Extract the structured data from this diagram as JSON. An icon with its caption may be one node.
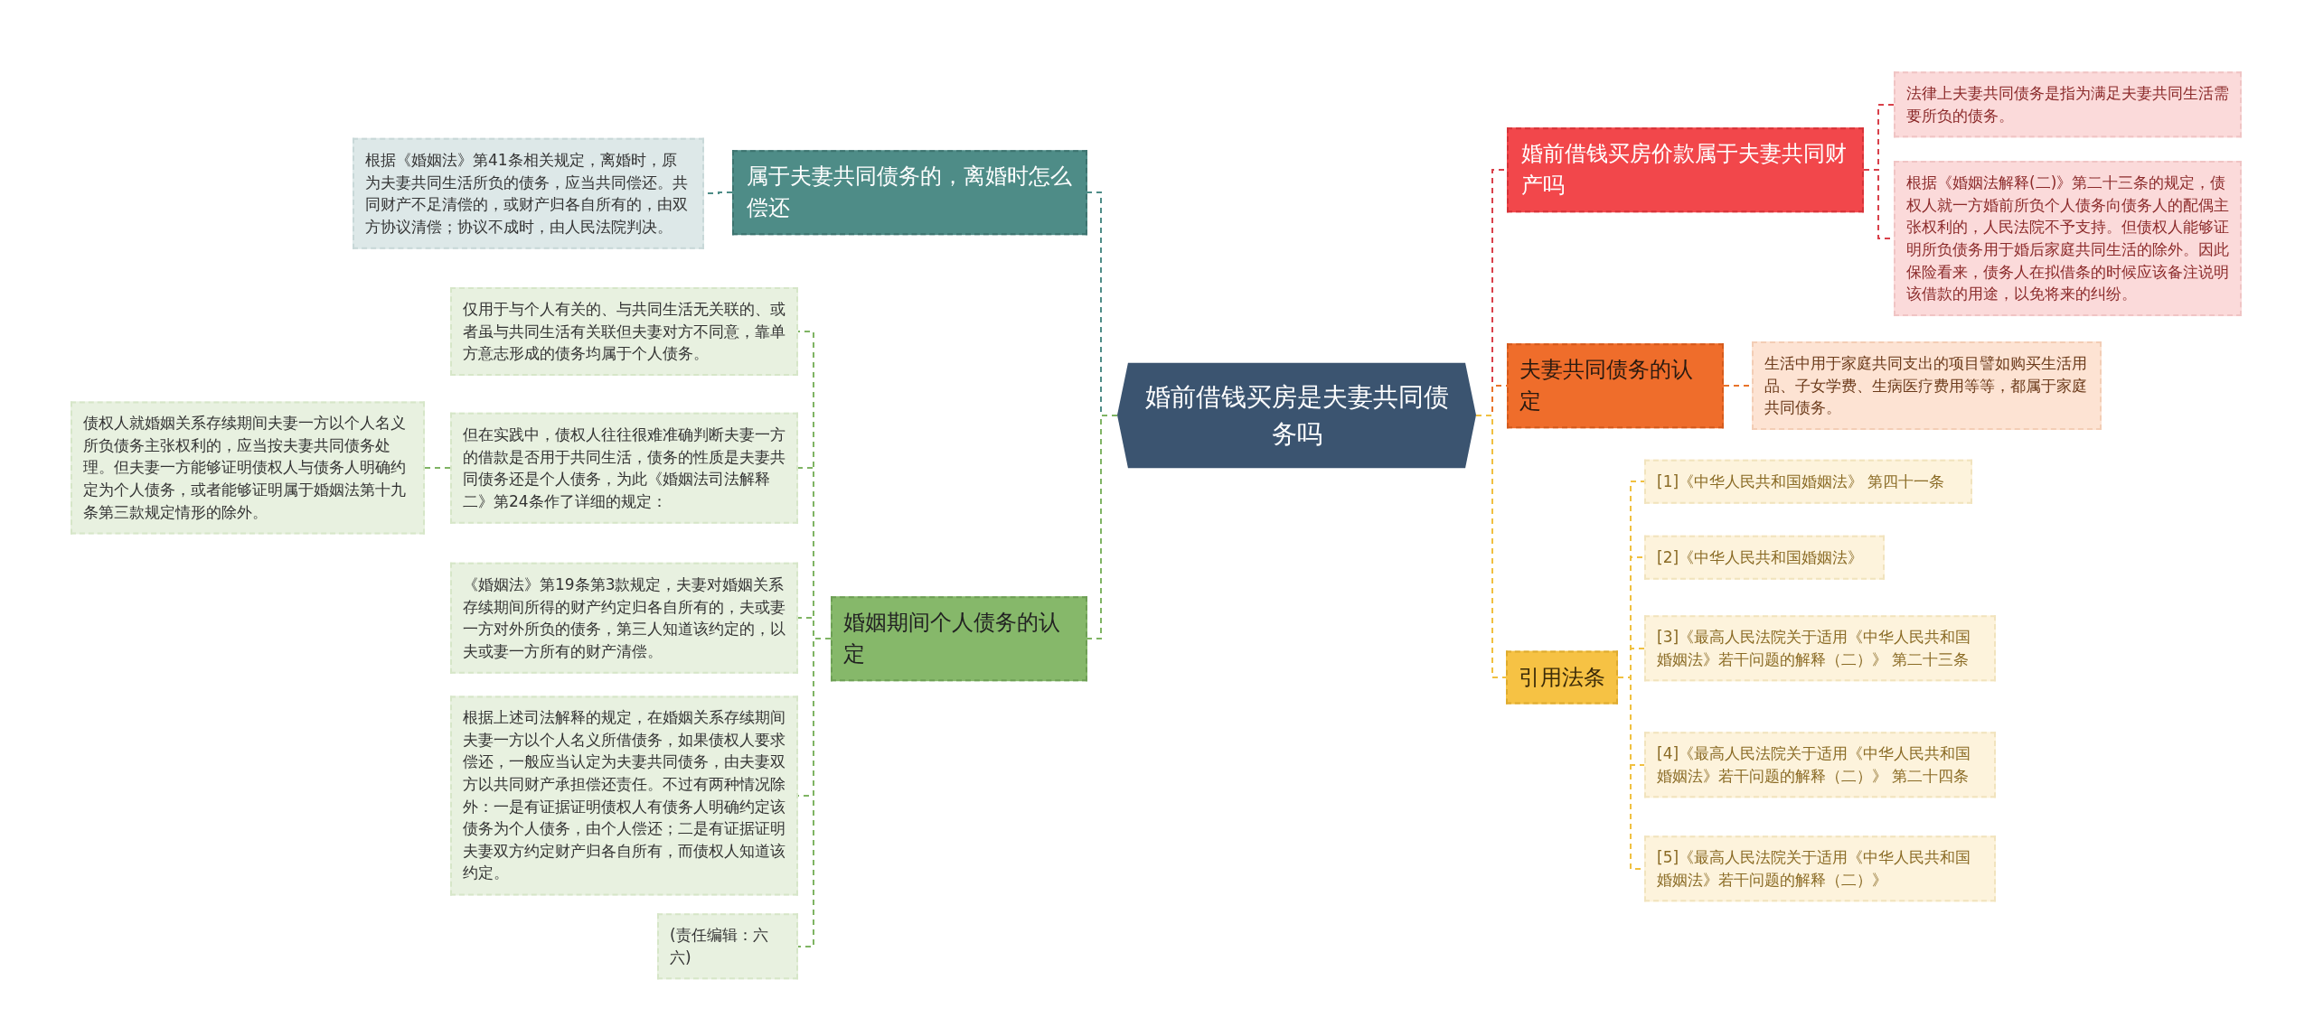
{
  "diagram": {
    "nodes": [
      {
        "text": [
          "婚前借钱买房是夫妻共同债务吗"
        ]
      },
      {
        "text": [
          "属于夫妻共同债务的，离婚时怎么偿还"
        ]
      },
      {
        "text": [
          "根据《婚姻法》第41条相关规定，离婚时，原为夫妻共同生活所负的债务，应当共同偿还。共同财产不足清偿的，或财产归各自所有的，由双方协议清偿；协议不成时，由人民法院判决。"
        ]
      },
      {
        "text": [
          "婚姻期间个人债务的认定"
        ]
      },
      {
        "text": [
          "仅用于与个人有关的、与共同生活无关联的、或者虽与共同生活有关联但夫妻对方不同意，靠单方意志形成的债务均属于个人债务。"
        ]
      },
      {
        "text": [
          "但在实践中，债权人往往很难准确判断夫妻一方的借款是否用于共同生活，债务的性质是夫妻共同债务还是个人债务，为此《婚姻法司法解释二》第24条作了详细的规定："
        ]
      },
      {
        "text": [
          "债权人就婚姻关系存续期间夫妻一方以个人名义所负债务主张权利的，应当按夫妻共同债务处理。但夫妻一方能够证明债权人与债务人明确约定为个人债务，或者能够证明属于婚姻法第十九条第三款规定情形的除外。"
        ]
      },
      {
        "text": [
          "《婚姻法》第19条第3款规定，夫妻对婚姻关系存续期间所得的财产约定归各自所有的，夫或妻一方对外所负的债务，第三人知道该约定的，以夫或妻一方所有的财产清偿。"
        ]
      },
      {
        "text": [
          "根据上述司法解释的规定，在婚姻关系存续期间夫妻一方以个人名义所借债务，如果债权人要求偿还，一般应当认定为夫妻共同债务，由夫妻双方以共同财产承担偿还责任。不过有两种情况除外：一是有证据证明债权人有债务人明确约定该债务为个人债务，由个人偿还；二是有证据证明夫妻双方约定财产归各自所有，而债权人知道该约定。"
        ]
      },
      {
        "text": [
          "(责任编辑：六六)"
        ]
      },
      {
        "text": [
          "婚前借钱买房价款属于夫妻共同财产吗"
        ]
      },
      {
        "text": [
          "法律上夫妻共同债务是指为满足夫妻共同生活需要所负的债务。"
        ]
      },
      {
        "text": [
          "根据《婚姻法解释(二)》第二十三条的规定，债权人就一方婚前所负个人债务向债务人的配偶主张权利的，人民法院不予支持。但债权人能够证明所负债务用于婚后家庭共同生活的除外。因此保险看来，债务人在拟借条的时候应该备注说明该借款的用途，以免将来的纠纷。"
        ]
      },
      {
        "text": [
          "夫妻共同债务的认定"
        ]
      },
      {
        "text": [
          "生活中用于家庭共同支出的项目譬如购买生活用品、子女学费、生病医疗费用等等，都属于家庭共同债务。"
        ]
      },
      {
        "text": [
          "引用法条"
        ]
      },
      {
        "text": [
          "[1]《中华人民共和国婚姻法》 第四十一条"
        ]
      },
      {
        "text": [
          "[2]《中华人民共和国婚姻法》"
        ]
      },
      {
        "text": [
          "[3]《最高人民法院关于适用《中华人民共和国婚姻法》若干问题的解释（二）》 第二十三条"
        ]
      },
      {
        "text": [
          "[4]《最高人民法院关于适用《中华人民共和国婚姻法》若干问题的解释（二）》 第二十四条"
        ]
      },
      {
        "text": [
          "[5]《最高人民法院关于适用《中华人民共和国婚姻法》若干问题的解释（二）》"
        ]
      }
    ],
    "edges": [
      {
        "from": 0,
        "to": 1,
        "arrow": "none",
        "style": "dashed",
        "color": "#4e8c87"
      },
      {
        "from": 1,
        "to": 2,
        "arrow": "none",
        "style": "dashed",
        "color": "#4e8c87"
      },
      {
        "from": 0,
        "to": 3,
        "arrow": "none",
        "style": "dashed",
        "color": "#7fb463"
      },
      {
        "from": 3,
        "to": 4,
        "arrow": "none",
        "style": "dashed",
        "color": "#7fb463"
      },
      {
        "from": 3,
        "to": 5,
        "arrow": "none",
        "style": "dashed",
        "color": "#7fb463"
      },
      {
        "from": 5,
        "to": 6,
        "arrow": "none",
        "style": "dashed",
        "color": "#7fb463"
      },
      {
        "from": 3,
        "to": 7,
        "arrow": "none",
        "style": "dashed",
        "color": "#7fb463"
      },
      {
        "from": 3,
        "to": 8,
        "arrow": "none",
        "style": "dashed",
        "color": "#7fb463"
      },
      {
        "from": 3,
        "to": 9,
        "arrow": "none",
        "style": "dashed",
        "color": "#7fb463"
      },
      {
        "from": 0,
        "to": 10,
        "arrow": "none",
        "style": "dashed",
        "color": "#d9404a"
      },
      {
        "from": 10,
        "to": 11,
        "arrow": "none",
        "style": "dashed",
        "color": "#d9404a"
      },
      {
        "from": 10,
        "to": 12,
        "arrow": "none",
        "style": "dashed",
        "color": "#d9404a"
      },
      {
        "from": 0,
        "to": 13,
        "arrow": "none",
        "style": "dashed",
        "color": "#e8732a"
      },
      {
        "from": 13,
        "to": 14,
        "arrow": "none",
        "style": "dashed",
        "color": "#e8732a"
      },
      {
        "from": 0,
        "to": 15,
        "arrow": "none",
        "style": "dashed",
        "color": "#f0c040"
      },
      {
        "from": 15,
        "to": 16,
        "arrow": "none",
        "style": "dashed",
        "color": "#f0c040"
      },
      {
        "from": 15,
        "to": 17,
        "arrow": "none",
        "style": "dashed",
        "color": "#f0c040"
      },
      {
        "from": 15,
        "to": 18,
        "arrow": "none",
        "style": "dashed",
        "color": "#f0c040"
      },
      {
        "from": 15,
        "to": 19,
        "arrow": "none",
        "style": "dashed",
        "color": "#f0c040"
      },
      {
        "from": 15,
        "to": 20,
        "arrow": "none",
        "style": "dashed",
        "color": "#f0c040"
      }
    ]
  }
}
